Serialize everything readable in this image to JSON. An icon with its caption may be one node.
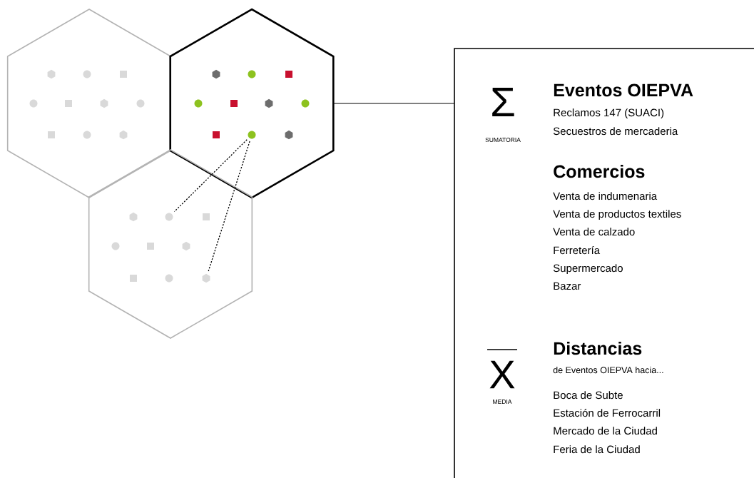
{
  "diagram": {
    "nodes": [
      {
        "text": [],
        "shape": "hexagon"
      },
      {
        "text": [],
        "shape": "hexagon",
        "in": 0
      },
      {
        "text": [],
        "shape": "circle",
        "in": 0
      },
      {
        "text": [],
        "shape": "box",
        "in": 0
      },
      {
        "text": [],
        "shape": "circle",
        "in": 0
      },
      {
        "text": [],
        "shape": "box",
        "in": 0
      },
      {
        "text": [],
        "shape": "hexagon",
        "in": 0
      },
      {
        "text": [],
        "shape": "circle",
        "in": 0
      },
      {
        "text": [],
        "shape": "box",
        "in": 0
      },
      {
        "text": [],
        "shape": "circle",
        "in": 0
      },
      {
        "text": [],
        "shape": "hexagon",
        "in": 0
      },
      {
        "text": [],
        "shape": "hexagon"
      },
      {
        "text": [],
        "shape": "hexagon",
        "in": 11
      },
      {
        "text": [],
        "shape": "circle",
        "in": 11
      },
      {
        "text": [],
        "shape": "box",
        "in": 11
      },
      {
        "text": [],
        "shape": "circle",
        "in": 11
      },
      {
        "text": [],
        "shape": "box",
        "in": 11
      },
      {
        "text": [],
        "shape": "hexagon",
        "in": 11
      },
      {
        "text": [],
        "shape": "circle",
        "in": 11
      },
      {
        "text": [],
        "shape": "box",
        "in": 11
      },
      {
        "text": [],
        "shape": "circle",
        "in": 11
      },
      {
        "text": [],
        "shape": "hexagon",
        "in": 11
      },
      {
        "text": [],
        "shape": "hexagon"
      },
      {
        "text": [],
        "shape": "hexagon",
        "in": 22
      },
      {
        "text": [],
        "shape": "circle",
        "in": 22
      },
      {
        "text": [],
        "shape": "box",
        "in": 22
      },
      {
        "text": [],
        "shape": "circle",
        "in": 22
      },
      {
        "text": [],
        "shape": "box",
        "in": 22
      },
      {
        "text": [],
        "shape": "hexagon",
        "in": 22
      },
      {
        "text": [],
        "shape": "box",
        "in": 22
      },
      {
        "text": [],
        "shape": "circle",
        "in": 22
      },
      {
        "text": [],
        "shape": "hexagon",
        "in": 22
      },
      {
        "text": [
          "Σ",
          "SUMATORIA",
          "Eventos OIEPVA",
          "Reclamos 147 (SUACI)",
          "Secuestros de mercaderia",
          "Comercios",
          "Venta de indumenaria",
          "Venta de productos textiles",
          "Venta de calzado",
          "Ferretería",
          "Supermercado",
          "Bazar",
          "X",
          "MEDIA",
          "Distancias",
          "de Eventos OIEPVA hacia...",
          "Boca de Subte",
          "Estación de Ferrocarril",
          "Mercado de la Ciudad",
          "Feria de la Ciudad"
        ]
      }
    ],
    "edges": [
      {
        "from": 11,
        "to": 32,
        "arrow": "none"
      },
      {
        "from": 20,
        "to": 24,
        "arrow": "none",
        "style": "dashed"
      },
      {
        "from": 20,
        "to": 31,
        "arrow": "none",
        "style": "dashed"
      }
    ]
  }
}
